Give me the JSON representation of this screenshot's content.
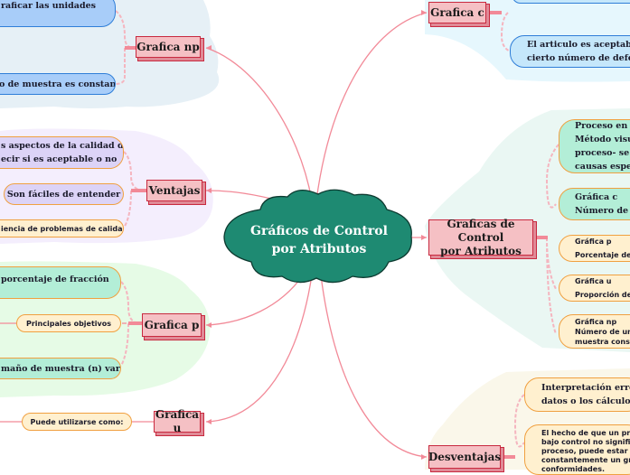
{
  "central": {
    "title_line1": "Gráficos de Control",
    "title_line2": "por Atributos",
    "color": "#1e8a72"
  },
  "colors": {
    "connector": "#f28a98",
    "topic_fill": "#f5c0c4",
    "topic_border": "#c8293f"
  },
  "branches": {
    "grafica_np": {
      "label": "Grafica np",
      "children": [
        "raficar las unidades",
        "o de muestra es constante"
      ]
    },
    "ventajas": {
      "label": "Ventajas",
      "children": [
        "s aspectos de la calidad del\necir si es aceptable o no",
        "Son fáciles de entender",
        "iencia de problemas de calidad"
      ]
    },
    "grafica_p": {
      "label": "Grafica p",
      "children": [
        "porcentaje de fracción",
        "Principales objetivos",
        "maño de muestra (n) varia."
      ]
    },
    "grafica_u": {
      "label": "Grafica u",
      "children": [
        "Puede utilizarse como:"
      ]
    },
    "grafica_c": {
      "label": "Grafica c",
      "children": [
        "",
        "El articulo es aceptable aun\ncierto número de defectos."
      ]
    },
    "graficas_control": {
      "label_line1": "Graficas de Control",
      "label_line2": "por Atributos",
      "children": [
        "Proceso en con\nMétodo visual\nproceso- se rel\ncausas especia",
        "Gráfica c\nNúmero de def",
        "Gráfica p\nPorcentaje de f",
        "Gráfica u\nProporción de c",
        "Gráfica np\nNúmero de unid\nmuestra consta"
      ]
    },
    "desventajas": {
      "label": "Desventajas",
      "children": [
        "Interpretación erróneas\ndatos o los cálculos util",
        "El hecho de que un proce\nbajo control no significa\nproceso, puede estar pro\nconstantemente un gran\nconformidades."
      ]
    }
  }
}
